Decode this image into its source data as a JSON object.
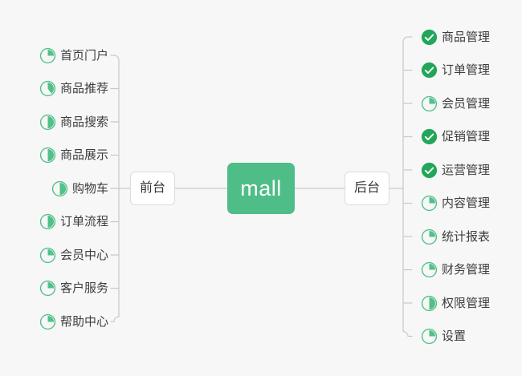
{
  "diagram": {
    "type": "mind-map",
    "background_color": "#f7f7f7",
    "accent_color": "#4fbd87",
    "done_color": "#21a65a",
    "ring_color": "#52c08a",
    "connector_color": "#c9c9c9",
    "text_color": "#3d3d3d"
  },
  "root": {
    "label": "mall"
  },
  "branches": [
    {
      "id": "frontend",
      "label": "前台",
      "side": "left"
    },
    {
      "id": "backend",
      "label": "后台",
      "side": "right"
    }
  ],
  "frontend_items": [
    {
      "label": "首页门户",
      "icon": "pie-progress-icon",
      "progress": 25
    },
    {
      "label": "商品推荐",
      "icon": "pie-progress-icon",
      "progress": 40
    },
    {
      "label": "商品搜索",
      "icon": "pie-progress-icon",
      "progress": 50
    },
    {
      "label": "商品展示",
      "icon": "pie-progress-icon",
      "progress": 50
    },
    {
      "label": "购物车",
      "icon": "pie-progress-icon",
      "progress": 50
    },
    {
      "label": "订单流程",
      "icon": "pie-progress-icon",
      "progress": 50
    },
    {
      "label": "会员中心",
      "icon": "pie-progress-icon",
      "progress": 25
    },
    {
      "label": "客户服务",
      "icon": "pie-progress-icon",
      "progress": 25
    },
    {
      "label": "帮助中心",
      "icon": "pie-progress-icon",
      "progress": 25
    }
  ],
  "backend_items": [
    {
      "label": "商品管理",
      "icon": "check-circle-icon",
      "progress": 100
    },
    {
      "label": "订单管理",
      "icon": "check-circle-icon",
      "progress": 100
    },
    {
      "label": "会员管理",
      "icon": "pie-progress-icon",
      "progress": 25
    },
    {
      "label": "促销管理",
      "icon": "check-circle-icon",
      "progress": 100
    },
    {
      "label": "运营管理",
      "icon": "check-circle-icon",
      "progress": 100
    },
    {
      "label": "内容管理",
      "icon": "pie-progress-icon",
      "progress": 25
    },
    {
      "label": "统计报表",
      "icon": "pie-progress-icon",
      "progress": 25
    },
    {
      "label": "财务管理",
      "icon": "pie-progress-icon",
      "progress": 25
    },
    {
      "label": "权限管理",
      "icon": "pie-progress-icon",
      "progress": 50
    },
    {
      "label": "设置",
      "icon": "pie-progress-icon",
      "progress": 25
    }
  ]
}
